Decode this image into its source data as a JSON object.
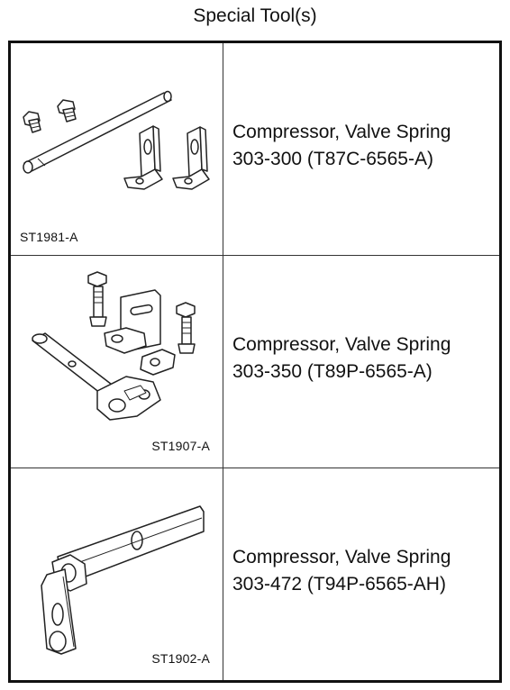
{
  "title": "Special Tool(s)",
  "tools": [
    {
      "illustration_code": "ST1981-A",
      "name": "Compressor, Valve Spring",
      "number": "303-300 (T87C-6565-A)",
      "icon": "valve-spring-compressor-bar-and-brackets-icon"
    },
    {
      "illustration_code": "ST1907-A",
      "name": "Compressor, Valve Spring",
      "number": "303-350 (T89P-6565-A)",
      "icon": "valve-spring-compressor-lever-and-bracket-icon"
    },
    {
      "illustration_code": "ST1902-A",
      "name": "Compressor, Valve Spring",
      "number": "303-472 (T94P-6565-AH)",
      "icon": "valve-spring-compressor-lever-icon"
    }
  ]
}
